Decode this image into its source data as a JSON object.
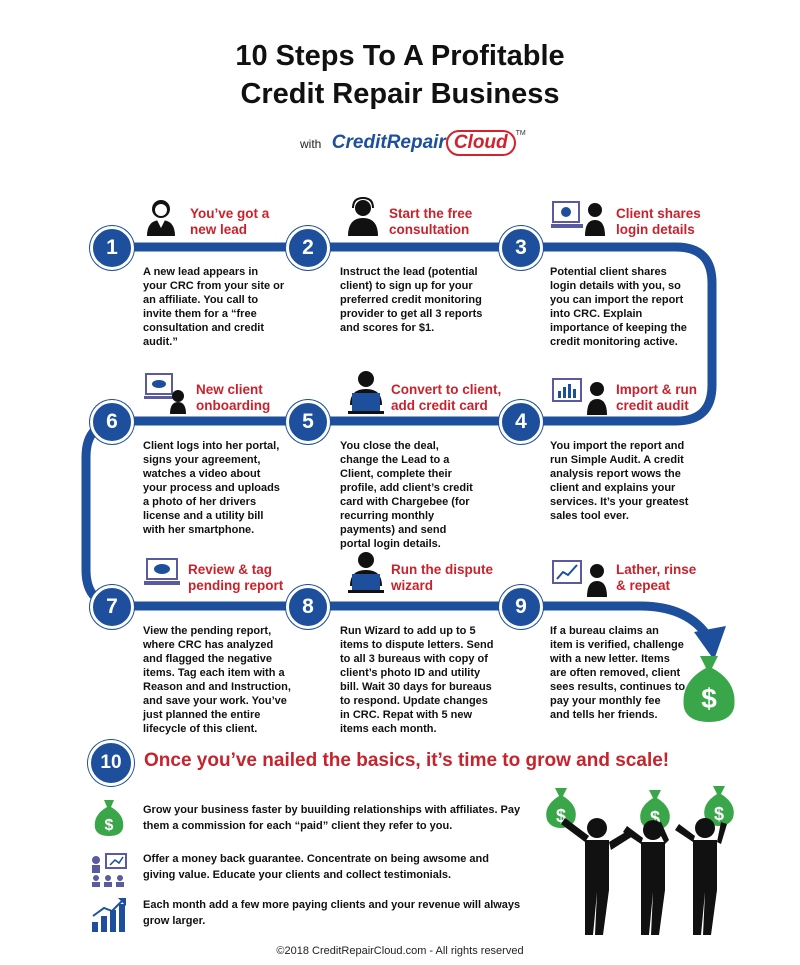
{
  "header": {
    "title_line1": "10 Steps To A Profitable",
    "title_line2": "Credit Repair Business",
    "with_label": "with",
    "logo_part1": "CreditRepair",
    "logo_part2": "Cloud",
    "logo_tm": "TM"
  },
  "colors": {
    "blue": "#1d4f9c",
    "red": "#c8232c",
    "green": "#3aa64a"
  },
  "steps": [
    {
      "num": "1",
      "title_l1": "You’ve got a",
      "title_l2": "new lead",
      "desc": [
        "A new lead appears in",
        "your CRC from your site or",
        "an affiliate. You call to",
        "invite them for a “free",
        "consultation and credit",
        "audit.”"
      ]
    },
    {
      "num": "2",
      "title_l1": "Start the free",
      "title_l2": "consultation",
      "desc": [
        "Instruct the lead (potential",
        "client) to sign up for your",
        "preferred credit monitoring",
        "provider to get all 3 reports",
        "and scores for $1."
      ]
    },
    {
      "num": "3",
      "title_l1": "Client shares",
      "title_l2": "login details",
      "desc": [
        "Potential client shares",
        "login details with you, so",
        "you can import the report",
        "into CRC. Explain",
        "importance of keeping the",
        "credit monitoring active."
      ]
    },
    {
      "num": "4",
      "title_l1": "Import & run",
      "title_l2": "credit audit",
      "desc": [
        "You import the report and",
        "run Simple Audit. A credit",
        "analysis report wows the",
        "client and explains your",
        "services. It’s your greatest",
        "sales tool ever."
      ]
    },
    {
      "num": "5",
      "title_l1": "Convert to client,",
      "title_l2": "add credit card",
      "desc": [
        "You close the deal,",
        "change the Lead to a",
        "Client, complete their",
        "profile, add client’s credit",
        "card with Chargebee (for",
        "recurring monthly",
        "payments) and send",
        "portal login details."
      ]
    },
    {
      "num": "6",
      "title_l1": "New client",
      "title_l2": "onboarding",
      "desc": [
        "Client logs into her portal,",
        "signs your agreement,",
        "watches a video about",
        "your process and uploads",
        "a photo of her drivers",
        "license and a utility bill",
        "with her smartphone."
      ]
    },
    {
      "num": "7",
      "title_l1": "Review & tag",
      "title_l2": "pending report",
      "desc": [
        "View the pending report,",
        "where CRC has analyzed",
        "and flagged the negative",
        "items. Tag each item with a",
        "Reason and and Instruction,",
        "and save your work. You’ve",
        "just planned the entire",
        "lifecycle of this client."
      ]
    },
    {
      "num": "8",
      "title_l1": "Run the dispute",
      "title_l2": "wizard",
      "desc": [
        "Run Wizard to add up to 5",
        "items to dispute letters. Send",
        "to all 3 bureaus with copy of",
        "client’s photo ID and utility",
        "bill. Wait 30 days for bureaus",
        "to respond. Update changes",
        "in CRC. Repat with 5 new",
        "items each month."
      ]
    },
    {
      "num": "9",
      "title_l1": "Lather, rinse",
      "title_l2": "& repeat",
      "desc": [
        "If a bureau claims an",
        "item is verified, challenge",
        "with a new letter. Items",
        "are often removed, client",
        "sees results, continues to",
        "pay your monthly fee",
        "and tells her friends."
      ]
    }
  ],
  "ten": {
    "num": "10",
    "heading": "Once you’ve nailed the basics, it’s time to grow and scale!",
    "bullets": [
      {
        "l1": "Grow your business faster by buuilding relationships with affiliates. Pay",
        "l2": "them a commission for each “paid” client they refer to you."
      },
      {
        "l1": "Offer a money back guarantee. Concentrate on being awsome and",
        "l2": "giving value. Educate your clients and collect testimonials."
      },
      {
        "l1": "Each month add a few more paying clients and your revenue will always",
        "l2": "grow larger."
      }
    ],
    "dollar": "$"
  },
  "footer": "©2018 CreditRepairCloud.com - All rights reserved"
}
